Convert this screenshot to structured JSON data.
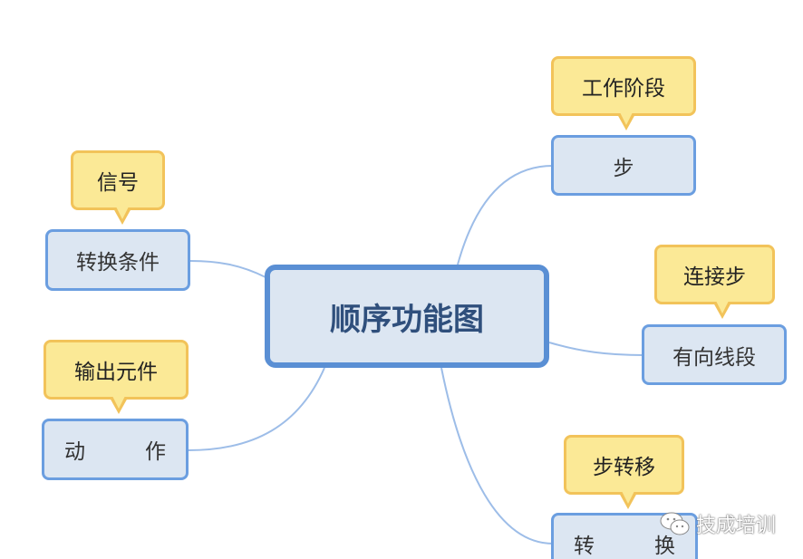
{
  "central": "顺序功能图",
  "branches": [
    {
      "label": "步",
      "note": "工作阶段"
    },
    {
      "label": "有向线段",
      "note": "连接步"
    },
    {
      "label_parts": [
        "转",
        "换"
      ],
      "note": "步转移"
    },
    {
      "label": "转换条件",
      "note": "信号"
    },
    {
      "label_parts": [
        "动",
        "作"
      ],
      "note": "输出元件"
    }
  ],
  "watermark": "技成培训",
  "colors": {
    "node_fill": "#dce6f2",
    "node_border": "#6b9ee0",
    "callout_fill": "#fbe996",
    "callout_border": "#f2c35a",
    "link": "#9dbde8"
  }
}
